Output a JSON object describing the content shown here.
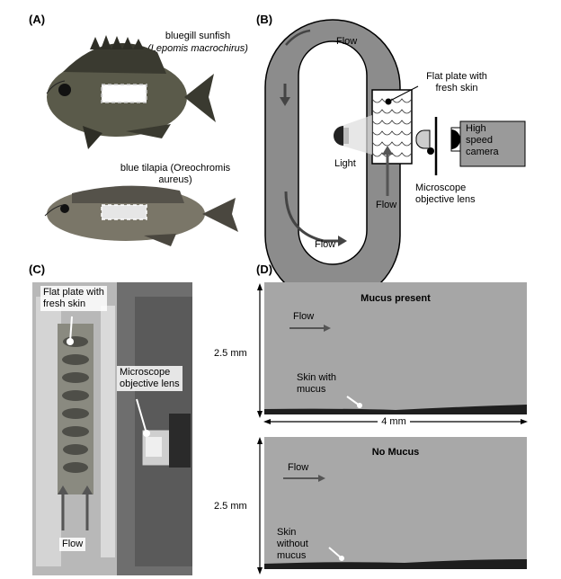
{
  "panels": {
    "a": {
      "label": "(A)",
      "fish1": {
        "name": "bluegill sunfish",
        "latin": "(Lepomis macrochirus)"
      },
      "fish2": {
        "name": "blue tilapia (Oreochromis aureus)"
      }
    },
    "b": {
      "label": "(B)",
      "flow_top": "Flow",
      "flow_bottom": "Flow",
      "flow_channel": "Flow",
      "plate": "Flat plate with\nfresh skin",
      "light": "Light",
      "camera": "High\nspeed\ncamera",
      "objective": "Microscope\nobjective lens"
    },
    "c": {
      "label": "(C)",
      "plate": "Flat plate with\nfresh skin",
      "objective": "Microscope\nobjective lens",
      "flow": "Flow"
    },
    "d": {
      "label": "(D)",
      "top": {
        "title": "Mucus present",
        "flow": "Flow",
        "skin": "Skin with\nmucus",
        "height": "2.5 mm",
        "width": "4 mm"
      },
      "bottom": {
        "title": "No Mucus",
        "flow": "Flow",
        "skin": "Skin\nwithout\nmucus",
        "height": "2.5 mm"
      }
    }
  },
  "colors": {
    "channel": "#8c8c8c",
    "photo_gray": "#a8a8a8",
    "dark": "#1a1a1a"
  }
}
